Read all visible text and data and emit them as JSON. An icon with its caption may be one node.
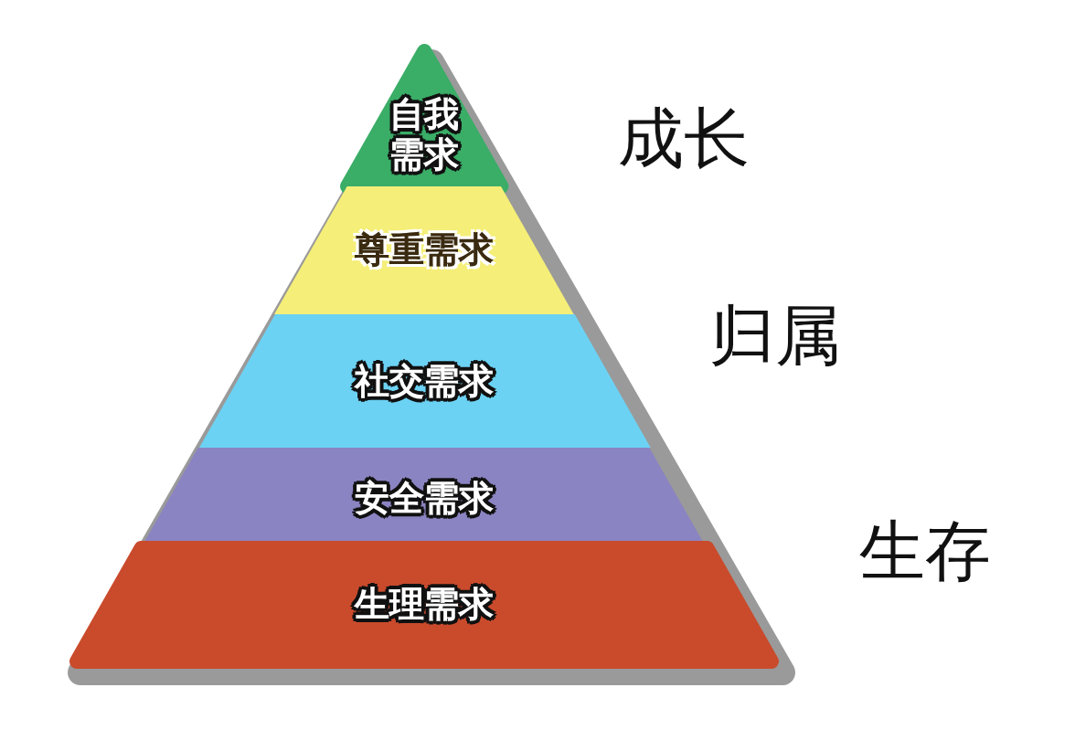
{
  "diagram": {
    "nodes": [
      {
        "text": [
          "自我需求"
        ]
      },
      {
        "text": [
          "尊重需求"
        ]
      },
      {
        "text": [
          "社交需求"
        ]
      },
      {
        "text": [
          "安全需求"
        ]
      },
      {
        "text": [
          "生理需求"
        ]
      }
    ],
    "labels": [
      "成长",
      "归属",
      "生存"
    ]
  }
}
